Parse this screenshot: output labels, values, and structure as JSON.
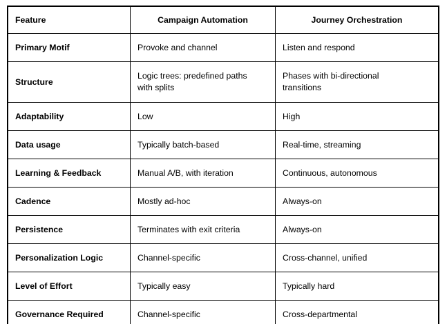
{
  "table": {
    "headers": [
      {
        "label": "Feature",
        "align": "left"
      },
      {
        "label": "Campaign Automation",
        "align": "center"
      },
      {
        "label": "Journey Orchestration",
        "align": "center"
      }
    ],
    "rows": [
      {
        "feature": "Primary Motif",
        "campaign_automation": "Provoke and channel",
        "journey_orchestration": "Listen and respond"
      },
      {
        "feature": "Structure",
        "campaign_automation": "Logic trees: predefined paths with splits",
        "campaign_automation_line1": "Logic trees: predefined paths",
        "campaign_automation_line2": "with splits",
        "journey_orchestration": "Phases with bi-directional transitions",
        "journey_orchestration_line1": "Phases with bi-directional",
        "journey_orchestration_line2": "transitions"
      },
      {
        "feature": "Adaptability",
        "campaign_automation": "Low",
        "journey_orchestration": "High"
      },
      {
        "feature": "Data usage",
        "campaign_automation": "Typically batch-based",
        "journey_orchestration": "Real-time, streaming"
      },
      {
        "feature": "Learning & Feedback",
        "campaign_automation": "Manual A/B, with iteration",
        "journey_orchestration": "Continuous, autonomous"
      },
      {
        "feature": "Cadence",
        "campaign_automation": "Mostly ad-hoc",
        "journey_orchestration": "Always-on"
      },
      {
        "feature": "Persistence",
        "campaign_automation": "Terminates with exit criteria",
        "journey_orchestration": "Always-on"
      },
      {
        "feature": "Personalization Logic",
        "campaign_automation": "Channel-specific",
        "journey_orchestration": "Cross-channel, unified"
      },
      {
        "feature": "Level of Effort",
        "campaign_automation": "Typically easy",
        "journey_orchestration": "Typically hard"
      },
      {
        "feature": "Governance Required",
        "campaign_automation": "Channel-specific",
        "journey_orchestration": "Cross-departmental"
      }
    ]
  },
  "colors": {
    "background": "#ffffff",
    "border": "#000000",
    "text": "#000000"
  }
}
